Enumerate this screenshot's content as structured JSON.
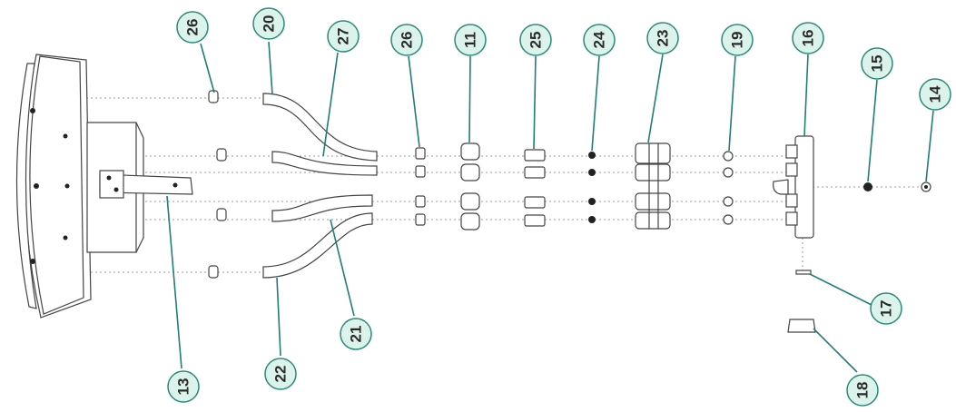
{
  "colors": {
    "callout_fill": "#dcf3ec",
    "callout_stroke": "#2a8a7a",
    "callout_text": "#2a2a2a",
    "leader": "#1f7f74",
    "part_stroke": "#444444"
  },
  "callouts": [
    {
      "id": "c26a",
      "label": "26"
    },
    {
      "id": "c20",
      "label": "20"
    },
    {
      "id": "c27",
      "label": "27"
    },
    {
      "id": "c26b",
      "label": "26"
    },
    {
      "id": "c11",
      "label": "11"
    },
    {
      "id": "c25",
      "label": "25"
    },
    {
      "id": "c24",
      "label": "24"
    },
    {
      "id": "c23",
      "label": "23"
    },
    {
      "id": "c19",
      "label": "19"
    },
    {
      "id": "c16",
      "label": "16"
    },
    {
      "id": "c15",
      "label": "15"
    },
    {
      "id": "c14",
      "label": "14"
    },
    {
      "id": "c13",
      "label": "13"
    },
    {
      "id": "c22",
      "label": "22"
    },
    {
      "id": "c21",
      "label": "21"
    },
    {
      "id": "c17",
      "label": "17"
    },
    {
      "id": "c18",
      "label": "18"
    }
  ]
}
